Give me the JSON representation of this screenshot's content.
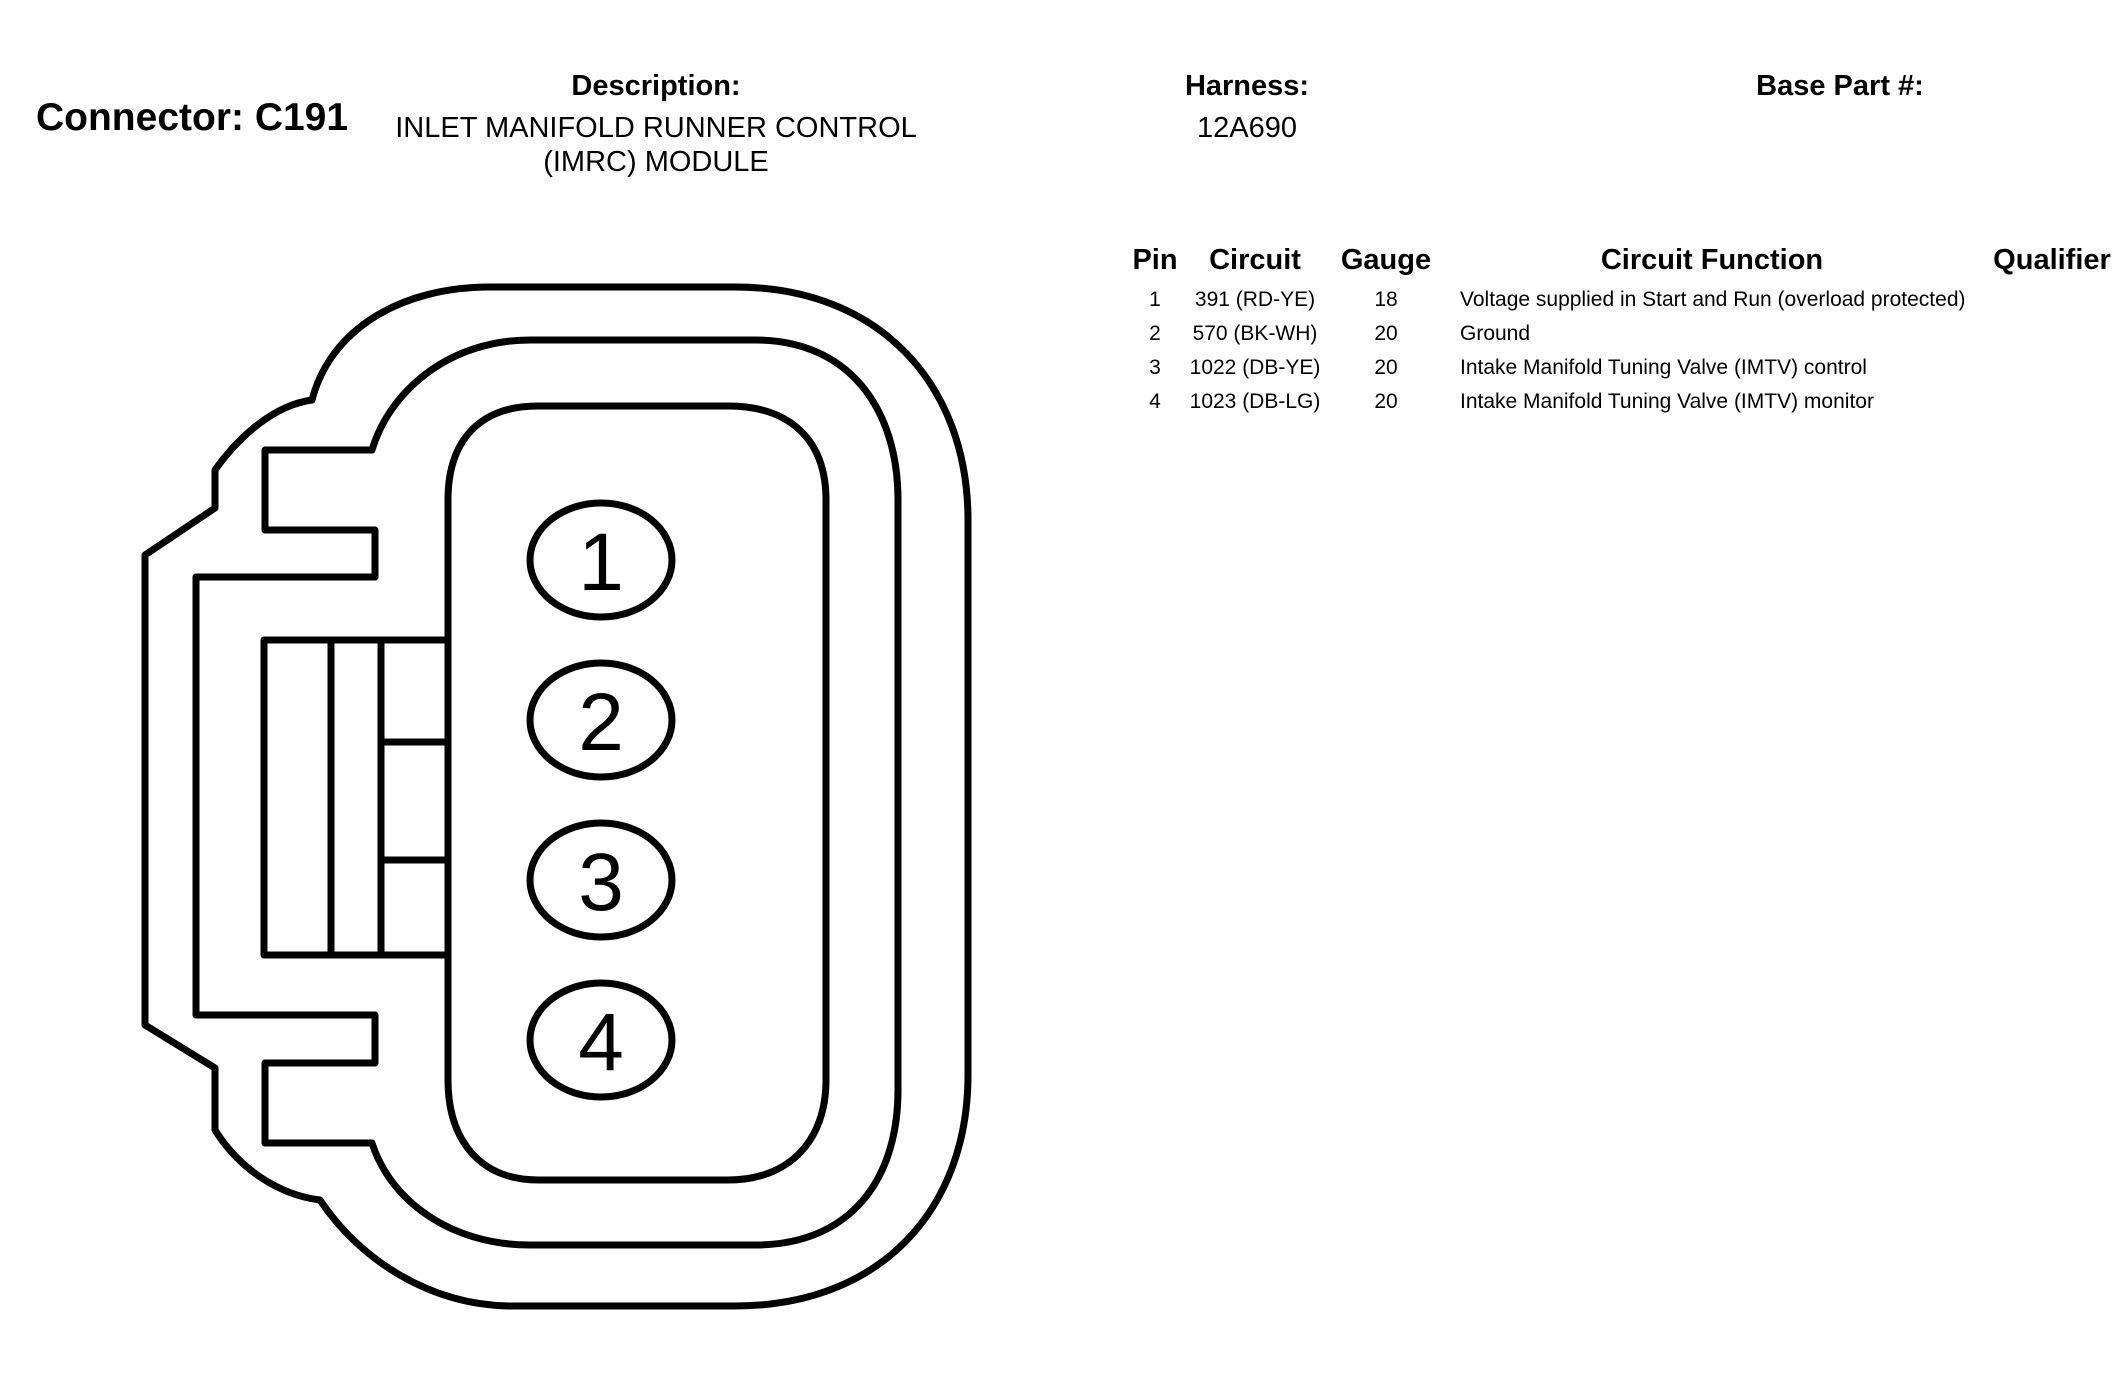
{
  "connector": {
    "title": "Connector: C191"
  },
  "description": {
    "label": "Description:",
    "value": "INLET MANIFOLD RUNNER CONTROL (IMRC) MODULE"
  },
  "harness": {
    "label": "Harness:",
    "value": "12A690"
  },
  "base_part": {
    "label": "Base Part #:",
    "value": ""
  },
  "table": {
    "headers": {
      "pin": "Pin",
      "circuit": "Circuit",
      "gauge": "Gauge",
      "function": "Circuit Function",
      "qualifier": "Qualifier"
    },
    "rows": [
      {
        "pin": "1",
        "circuit": "391 (RD-YE)",
        "gauge": "18",
        "function": "Voltage supplied in Start and Run (overload protected)",
        "qualifier": ""
      },
      {
        "pin": "2",
        "circuit": "570 (BK-WH)",
        "gauge": "20",
        "function": "Ground",
        "qualifier": ""
      },
      {
        "pin": "3",
        "circuit": "1022 (DB-YE)",
        "gauge": "20",
        "function": "Intake Manifold Tuning Valve (IMTV) control",
        "qualifier": ""
      },
      {
        "pin": "4",
        "circuit": "1023 (DB-LG)",
        "gauge": "20",
        "function": "Intake Manifold Tuning Valve (IMTV) monitor",
        "qualifier": ""
      }
    ]
  },
  "diagram": {
    "pins": [
      "1",
      "2",
      "3",
      "4"
    ]
  }
}
